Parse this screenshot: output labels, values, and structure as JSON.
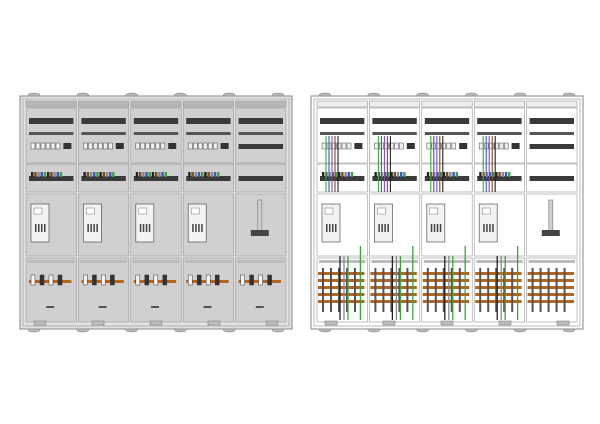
{
  "views": [
    {
      "id": "front-view",
      "columns": 5,
      "meter_units": 4,
      "wiring": false
    },
    {
      "id": "wired-view",
      "columns": 5,
      "meter_units": 4,
      "wiring": true
    }
  ],
  "colors": {
    "frame": "#9a9a9a",
    "panel": "#d0d0d0",
    "panel_dark": "#b8b8b8",
    "rail": "#3a3a3a",
    "meter": "#f2f2f2",
    "busbar_copper": "#b5651d",
    "wire_green": "#3aa53a",
    "wire_blue": "#3a55c8",
    "wire_brown": "#7a4a2a",
    "wire_black": "#222222",
    "wire_grey": "#888888",
    "wire_purple": "#8a4aa8"
  }
}
